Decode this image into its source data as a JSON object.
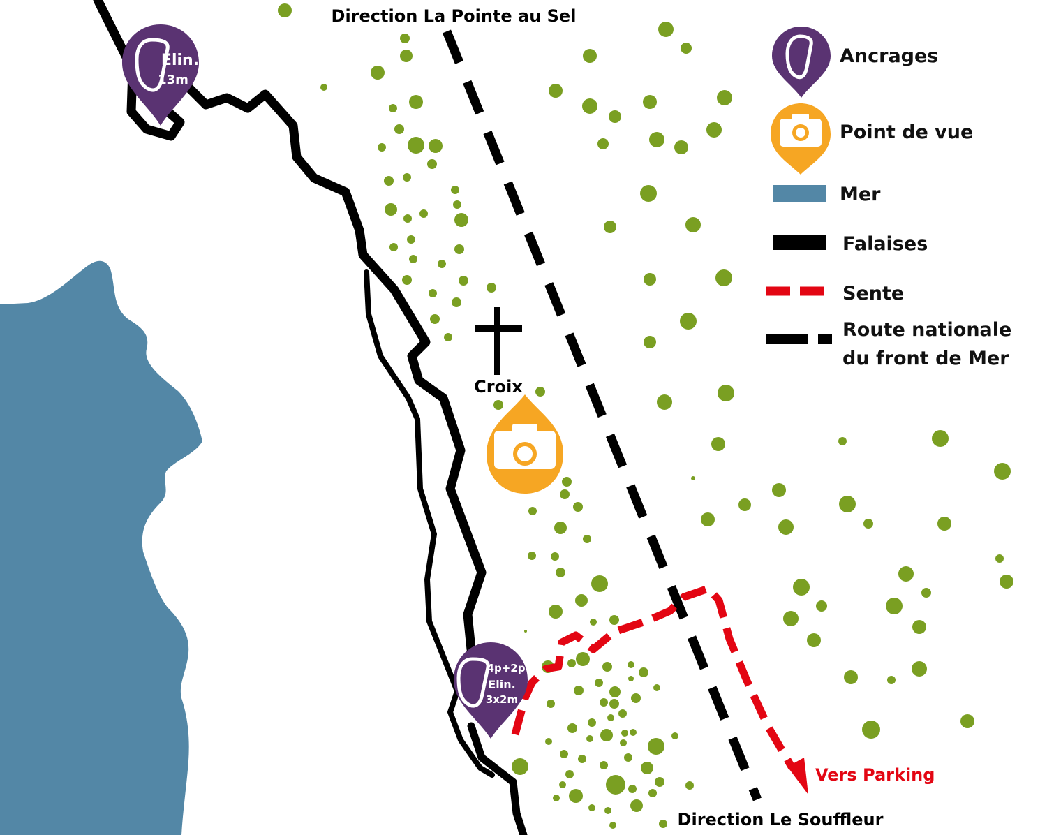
{
  "colors": {
    "sea": "#5387a6",
    "tree": "#7a9f22",
    "cliff": "#000000",
    "path": "#e30613",
    "anchor_pin": "#5a3372",
    "view_pin": "#f6a623"
  },
  "labels": {
    "direction_north": "Direction La Pointe au Sel",
    "direction_south": "Direction Le Souffleur",
    "cross": "Croix",
    "parking": "Vers Parking"
  },
  "anchors": [
    {
      "lines": [
        "Elin.",
        "13m"
      ]
    },
    {
      "lines": [
        "4p+2p",
        "Elin.",
        "3x2m"
      ]
    }
  ],
  "legend": {
    "anchors": {
      "label": "Ancrages",
      "icon": "carabiner-pin-icon"
    },
    "viewpoint": {
      "label": "Point de vue",
      "icon": "camera-pin-icon"
    },
    "sea": {
      "label": "Mer"
    },
    "cliffs": {
      "label": "Falaises"
    },
    "trail": {
      "label": "Sente"
    },
    "road": {
      "label_line1": "Route nationale",
      "label_line2": "du front de Mer"
    }
  }
}
